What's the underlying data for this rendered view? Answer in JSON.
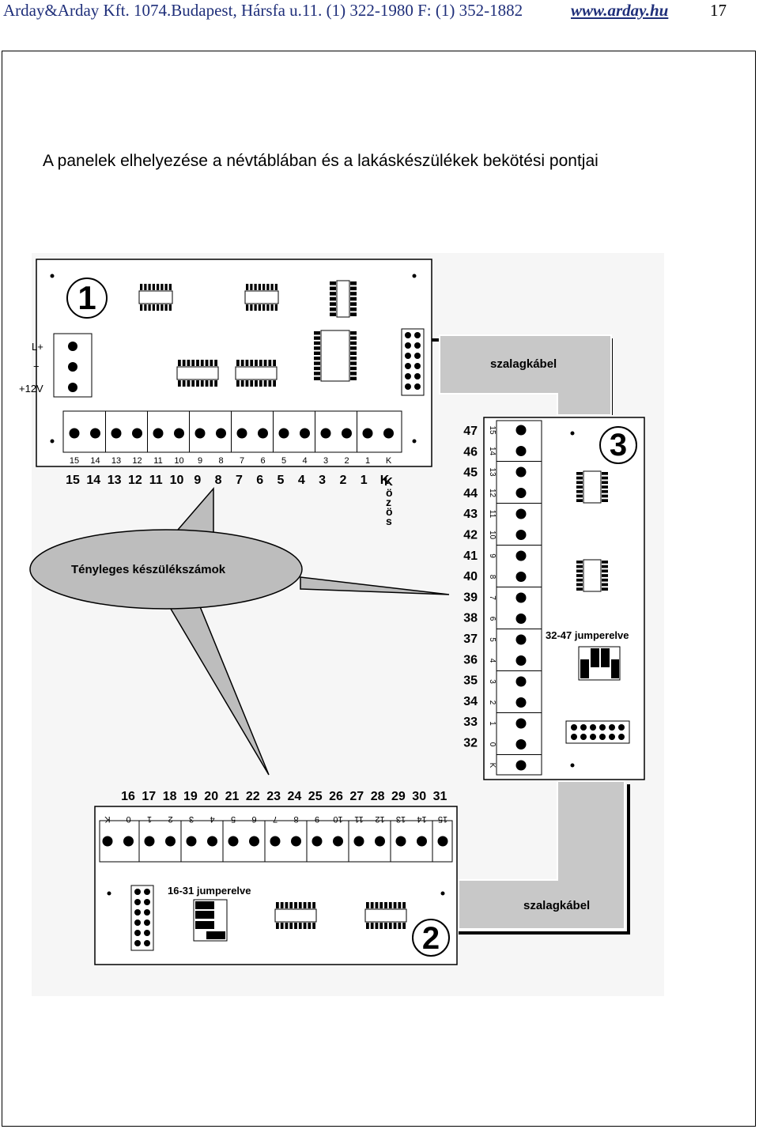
{
  "header": {
    "company_line": "Arday&Arday Kft. 1074.Budapest, Hársfa u.11.  (1) 322-1980  F: (1) 352-1882",
    "url": "www.arday.hu",
    "page_number": "17"
  },
  "title": "A panelek elhelyezése a névtáblában és a lakáskészülékek bekötési pontjai",
  "diagram": {
    "panel1": {
      "number": "1",
      "power_plus": "L+",
      "power_minus": "−",
      "power_voltage": "+12V",
      "small_labels": [
        "15",
        "14",
        "13",
        "12",
        "11",
        "10",
        "9",
        "8",
        "7",
        "6",
        "5",
        "4",
        "3",
        "2",
        "1",
        "K"
      ],
      "big_labels": [
        "15",
        "14",
        "13",
        "12",
        "11",
        "10",
        "9",
        "8",
        "7",
        "6",
        "5",
        "4",
        "3",
        "2",
        "1",
        "K"
      ],
      "common_letters": [
        "ö",
        "z",
        "ö",
        "s"
      ]
    },
    "panel2": {
      "number": "2",
      "jumper_label": "16-31 jumperelve",
      "small_labels": [
        "K",
        "0",
        "1",
        "2",
        "3",
        "4",
        "5",
        "6",
        "7",
        "8",
        "9",
        "10",
        "11",
        "12",
        "13",
        "14",
        "15"
      ],
      "big_labels": [
        "16",
        "17",
        "18",
        "19",
        "20",
        "21",
        "22",
        "23",
        "24",
        "25",
        "26",
        "27",
        "28",
        "29",
        "30",
        "31"
      ]
    },
    "panel3": {
      "number": "3",
      "jumper_label": "32-47 jumperelve",
      "small_labels": [
        "15",
        "14",
        "13",
        "12",
        "11",
        "10",
        "9",
        "8",
        "7",
        "6",
        "5",
        "4",
        "3",
        "2",
        "1",
        "0",
        "K"
      ],
      "big_labels": [
        "47",
        "46",
        "45",
        "44",
        "43",
        "42",
        "41",
        "40",
        "39",
        "38",
        "37",
        "36",
        "35",
        "34",
        "33",
        "32"
      ]
    },
    "ribbon_cable_top": "szalagkábel",
    "ribbon_cable_bottom": "szalagkábel",
    "callout": "Tényleges készülékszámok"
  }
}
